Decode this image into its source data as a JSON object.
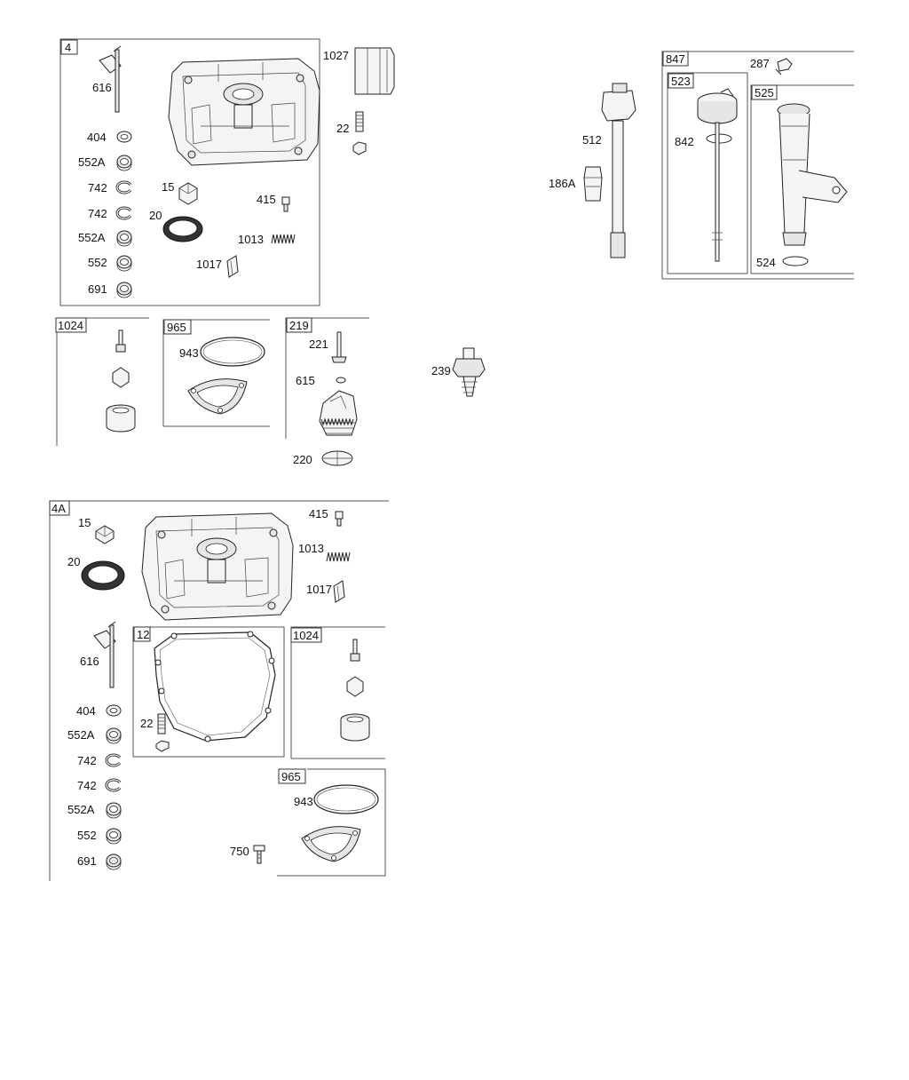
{
  "groups": {
    "g4": "4",
    "g4a": "4A",
    "g1024": "1024",
    "g965": "965",
    "g219": "219",
    "g847": "847",
    "g523": "523",
    "g525": "525",
    "g12": "12"
  },
  "parts": {
    "p616": "616",
    "p404": "404",
    "p552a": "552A",
    "p742": "742",
    "p552": "552",
    "p691": "691",
    "p15": "15",
    "p20": "20",
    "p415": "415",
    "p1013": "1013",
    "p1017": "1017",
    "p1027": "1027",
    "p22": "22",
    "p943": "943",
    "p221": "221",
    "p615": "615",
    "p220": "220",
    "p239": "239",
    "p512": "512",
    "p186a": "186A",
    "p287": "287",
    "p842": "842",
    "p524": "524",
    "p750": "750"
  },
  "icons": [
    "crankcase-icon",
    "governor-shaft-icon",
    "washer-icon",
    "e-clip-icon",
    "oil-seal-icon",
    "plug-icon",
    "spring-icon",
    "oil-filter-icon",
    "gear-icon",
    "dipstick-icon",
    "tube-icon",
    "gasket-icon",
    "screw-icon"
  ]
}
